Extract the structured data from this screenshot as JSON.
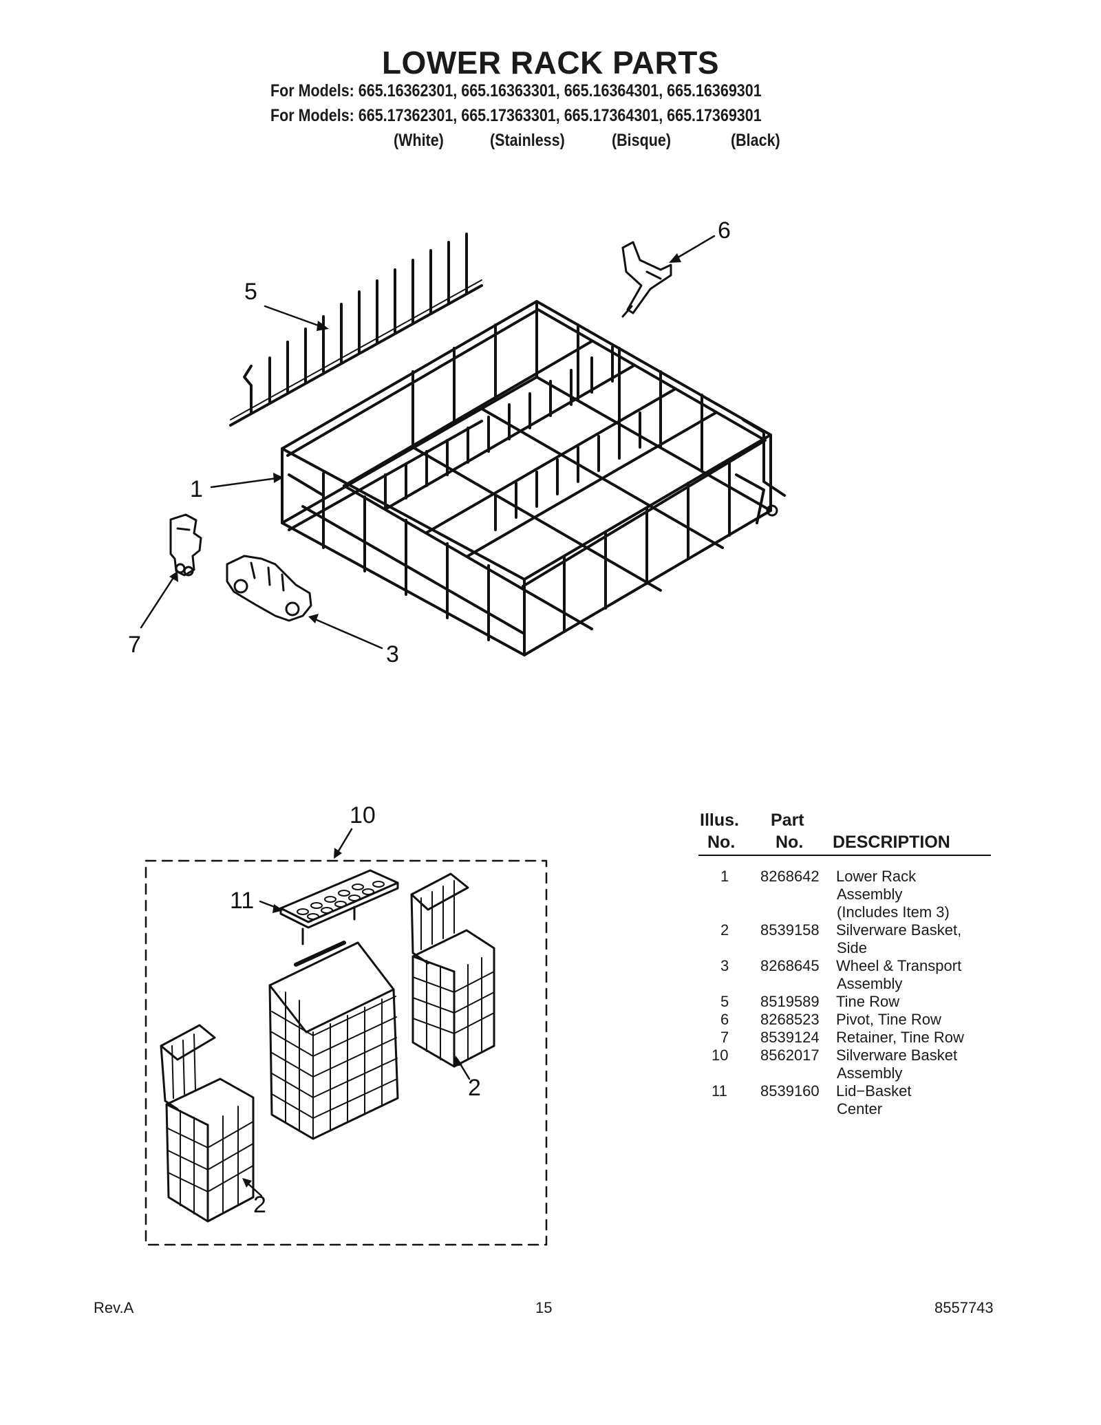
{
  "title": "LOWER RACK PARTS",
  "models_line_1": "For Models: 665.16362301, 665.16363301, 665.16364301, 665.16369301",
  "models_line_2": "For Models: 665.17362301, 665.17363301, 665.17364301, 665.17369301",
  "colors": [
    "(White)",
    "(Stainless)",
    "(Bisque)",
    "(Black)"
  ],
  "callouts": {
    "c1": "1",
    "c2a": "2",
    "c2b": "2",
    "c3": "3",
    "c5": "5",
    "c6": "6",
    "c7": "7",
    "c10": "10",
    "c11": "11"
  },
  "table": {
    "header_illus": [
      "Illus.",
      "No."
    ],
    "header_part": [
      "Part",
      "No."
    ],
    "header_desc": "DESCRIPTION",
    "rows": [
      {
        "illus": "1",
        "part": "8268642",
        "desc": [
          "Lower Rack",
          "Assembly",
          "(Includes Item 3)"
        ]
      },
      {
        "illus": "2",
        "part": "8539158",
        "desc": [
          "Silverware Basket,",
          "Side"
        ]
      },
      {
        "illus": "3",
        "part": "8268645",
        "desc": [
          "Wheel & Transport",
          "Assembly"
        ]
      },
      {
        "illus": "5",
        "part": "8519589",
        "desc": [
          "Tine Row"
        ]
      },
      {
        "illus": "6",
        "part": "8268523",
        "desc": [
          "Pivot, Tine Row"
        ]
      },
      {
        "illus": "7",
        "part": "8539124",
        "desc": [
          "Retainer, Tine Row"
        ]
      },
      {
        "illus": "10",
        "part": "8562017",
        "desc": [
          "Silverware Basket",
          "Assembly"
        ]
      },
      {
        "illus": "11",
        "part": "8539160",
        "desc": [
          "Lid−Basket",
          "Center"
        ]
      }
    ]
  },
  "footer": {
    "rev": "Rev.A",
    "page": "15",
    "doc_number": "8557743"
  }
}
